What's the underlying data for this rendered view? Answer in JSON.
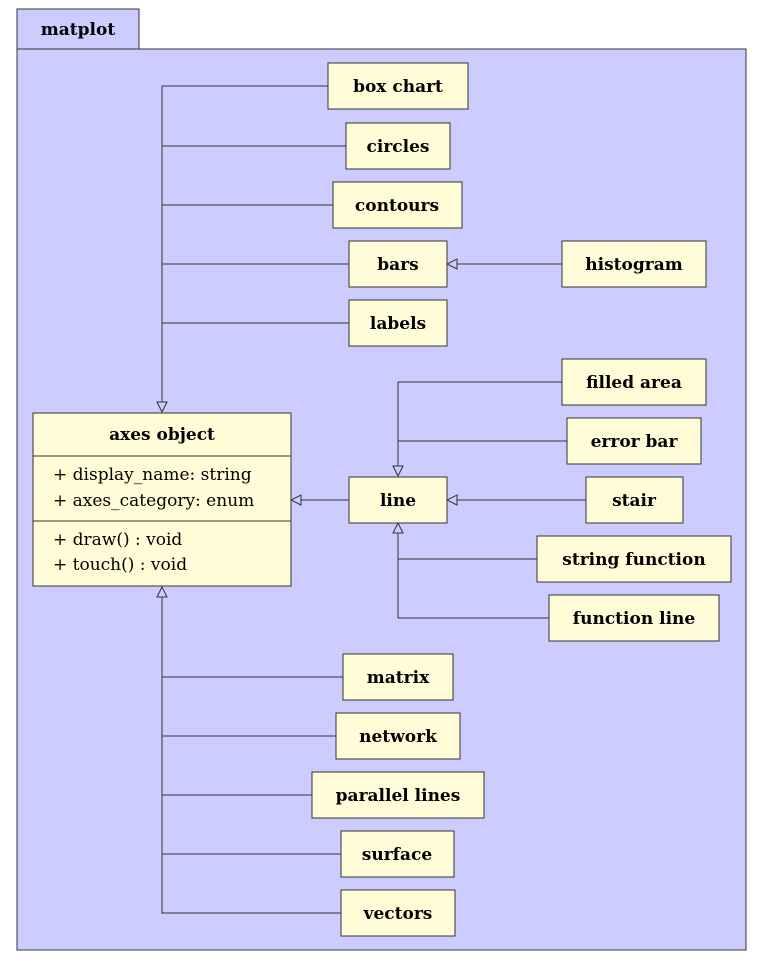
{
  "package": {
    "name": "matplot"
  },
  "axes_object": {
    "title": "axes object",
    "attributes": [
      "+ display_name: string",
      "+ axes_category: enum"
    ],
    "methods": [
      "+ draw() : void",
      "+ touch() : void"
    ]
  },
  "classes": {
    "box_chart": "box chart",
    "circles": "circles",
    "contours": "contours",
    "bars": "bars",
    "histogram": "histogram",
    "labels": "labels",
    "filled_area": "filled area",
    "error_bar": "error bar",
    "line": "line",
    "stair": "stair",
    "string_function": "string function",
    "function_line": "function line",
    "matrix": "matrix",
    "network": "network",
    "parallel_lines": "parallel lines",
    "surface": "surface",
    "vectors": "vectors"
  },
  "colors": {
    "package_fill": "#ccccff",
    "class_fill": "#fffcd7",
    "stroke": "#333333"
  }
}
